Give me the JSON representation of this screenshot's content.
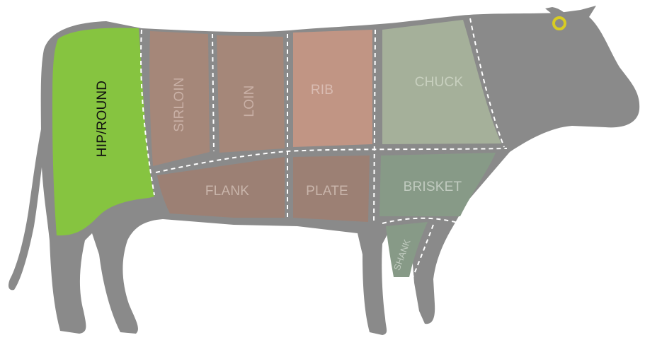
{
  "diagram": {
    "cuts": [
      {
        "id": "hip-round",
        "label": "HIP/ROUND",
        "fill": "#86c440",
        "text_color": "#111111",
        "selected": true
      },
      {
        "id": "sirloin",
        "label": "SIRLOIN",
        "fill": "#a58779",
        "text_color": "#c9b0a6"
      },
      {
        "id": "loin",
        "label": "LOIN",
        "fill": "#a58779",
        "text_color": "#c9b0a6"
      },
      {
        "id": "rib",
        "label": "RIB",
        "fill": "#c19584",
        "text_color": "#d9bcb2"
      },
      {
        "id": "chuck",
        "label": "CHUCK",
        "fill": "#a5b09a",
        "text_color": "#c8d0bf"
      },
      {
        "id": "flank",
        "label": "FLANK",
        "fill": "#9c8074",
        "text_color": "#c9b5ab"
      },
      {
        "id": "plate",
        "label": "PLATE",
        "fill": "#9c8074",
        "text_color": "#c9b5ab"
      },
      {
        "id": "brisket",
        "label": "BRISKET",
        "fill": "#879a87",
        "text_color": "#c1cbc0"
      },
      {
        "id": "shank",
        "label": "SHANK",
        "fill": "#879a87",
        "text_color": "#c1cbc0"
      }
    ],
    "colors": {
      "body": "#8a8a8a",
      "divider": "#ffffff",
      "eye": "#d8cc22"
    }
  }
}
